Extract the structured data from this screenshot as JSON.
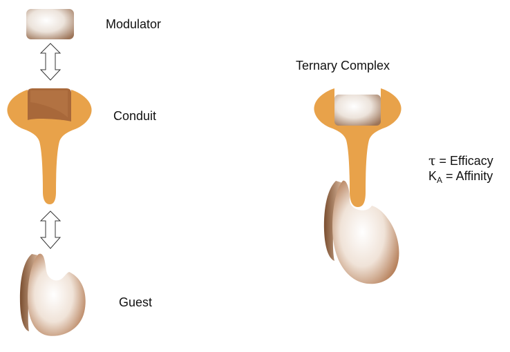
{
  "labels": {
    "modulator": "Modulator",
    "conduit": "Conduit",
    "guest": "Guest",
    "ternary": "Ternary Complex"
  },
  "legend": {
    "efficacy": {
      "symbol": "τ",
      "text": "= Efficacy"
    },
    "affinity": {
      "symbol": "K",
      "subscript": "A",
      "text": "= Affinity"
    }
  },
  "colors": {
    "conduit": "#e8a24a",
    "conduit_pocket": "#a8683a",
    "modulator_shadow": "#9c7458",
    "guest_shadow": "#b8835e",
    "arrow_stroke": "#333333"
  }
}
